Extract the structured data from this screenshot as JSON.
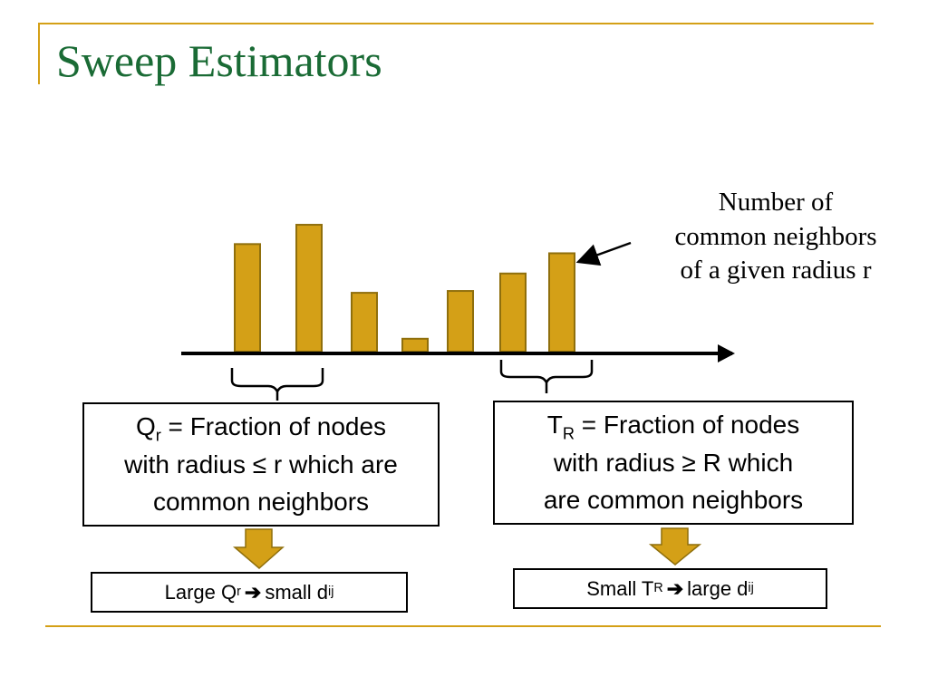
{
  "slide": {
    "title": "Sweep Estimators",
    "annotation": [
      "Number of",
      "common neighbors",
      "of a given radius r"
    ]
  },
  "colors": {
    "accent": "#d4a017",
    "bar_fill": "#d4a017",
    "bar_stroke": "#8f6f0c",
    "title": "#1a6b35"
  },
  "chart_data": {
    "type": "bar",
    "values": [
      117,
      138,
      64,
      14,
      66,
      85,
      107
    ],
    "ylim": [
      0,
      140
    ],
    "grid": false,
    "x_axis_arrow": true
  },
  "box_q": {
    "symbol": "Q",
    "symbol_sub": "r",
    "line1_rest": " = Fraction of nodes",
    "line2": "with radius ≤ r which are",
    "line3": "common neighbors"
  },
  "box_t": {
    "symbol": "T",
    "symbol_sub": "R",
    "line1_rest": " = Fraction of nodes",
    "line2": "with radius ≥ R which",
    "line3": "are common neighbors"
  },
  "result_q": {
    "pre": "Large Q",
    "pre_sub": "r",
    "arrow_icon": "➔",
    "post": "small d",
    "post_sub": "ij"
  },
  "result_t": {
    "pre": "Small T",
    "pre_sub": "R",
    "arrow_icon": "➔",
    "post": "large d",
    "post_sub": "ij"
  }
}
